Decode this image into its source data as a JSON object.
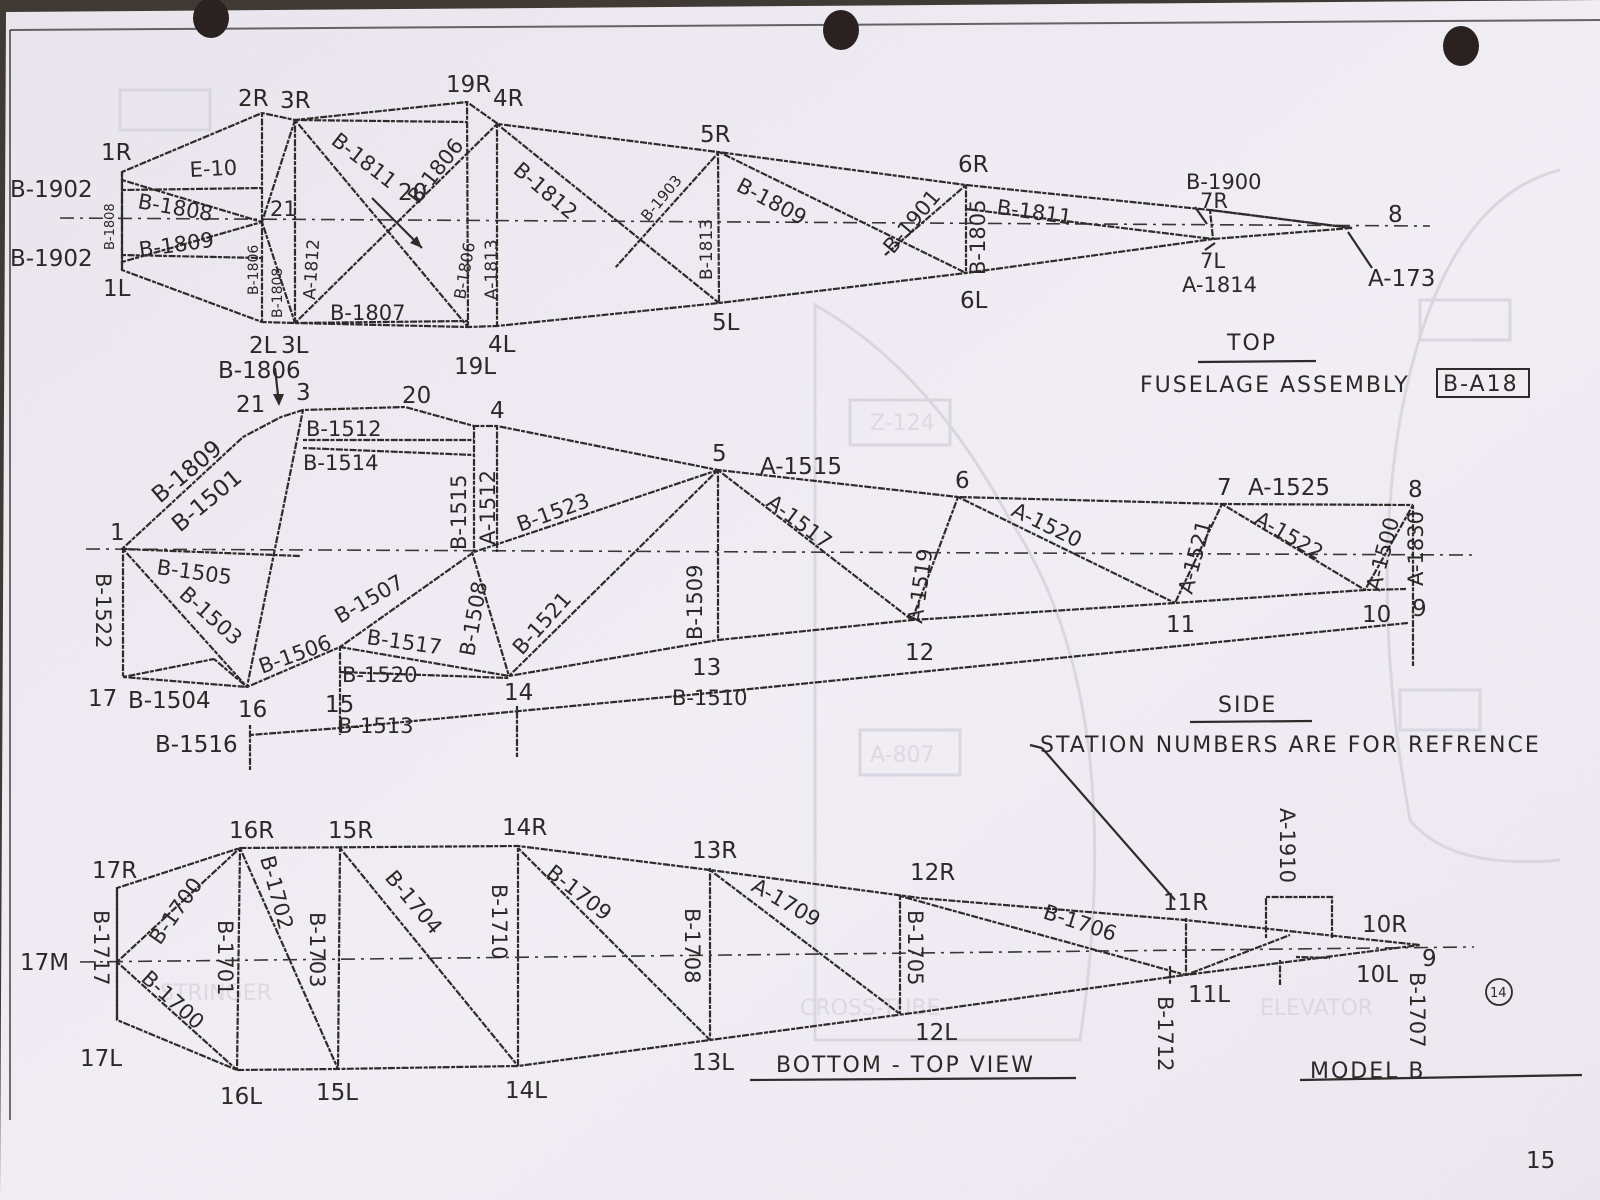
{
  "views": {
    "top": {
      "heading": "TOP",
      "caption": "FUSELAGE ASSEMBLY",
      "caption_boxed": "B-A18",
      "stations": [
        "1R",
        "2R",
        "3R",
        "19R",
        "4R",
        "5R",
        "6R",
        "7R",
        "8",
        "1L",
        "2L",
        "3L",
        "19L",
        "4L",
        "5L",
        "6L",
        "7L",
        "21",
        "20"
      ],
      "members": [
        "B-1902",
        "B-1902",
        "B-1808",
        "E-10",
        "B-1808",
        "B-1809",
        "B-1811",
        "B-1806",
        "B-1812",
        "B-1903",
        "B-1809",
        "B-1901",
        "B-1805",
        "B-1811",
        "B-1900",
        "A-1814",
        "A-173",
        "B-1806",
        "B-1808",
        "A-1812",
        "B-1807",
        "A-1813",
        "B-1813",
        "B-1806",
        "B-1806"
      ]
    },
    "side": {
      "heading": "SIDE",
      "stations": [
        "21",
        "3",
        "20",
        "4",
        "5",
        "6",
        "7",
        "8",
        "1",
        "17",
        "16",
        "15",
        "14",
        "13",
        "12",
        "11",
        "10",
        "9"
      ],
      "members": [
        "B-1809",
        "B-1501",
        "B-1512",
        "B-1514",
        "B-1515",
        "A-1512",
        "B-1523",
        "A-1515",
        "A-1517",
        "A-1520",
        "A-1525",
        "A-1522",
        "A-1521",
        "A-1500",
        "A-1830",
        "B-1505",
        "B-1503",
        "B-1522",
        "B-1507",
        "B-1506",
        "B-1517",
        "B-1520",
        "B-1508",
        "B-1521",
        "B-1509",
        "A-1519",
        "B-1504",
        "B-1516",
        "B-1513",
        "B-1510",
        "B-1806"
      ],
      "note": "STATION NUMBERS ARE FOR REFRENCE"
    },
    "bottom": {
      "caption": "BOTTOM - TOP VIEW",
      "stations": [
        "17R",
        "16R",
        "15R",
        "14R",
        "13R",
        "12R",
        "11R",
        "10R",
        "9",
        "17M",
        "17L",
        "16L",
        "15L",
        "14L",
        "13L",
        "12L",
        "11L",
        "10L"
      ],
      "members": [
        "B-1717",
        "B-1700",
        "B-1700",
        "B-1701",
        "B-1702",
        "B-1703",
        "B-1704",
        "B-1710",
        "B-1709",
        "B-1708",
        "A-1709",
        "B-1705",
        "B-1706",
        "B-1712",
        "A-1910",
        "B-1707"
      ]
    }
  },
  "model": "MODEL B",
  "page_number": "15"
}
